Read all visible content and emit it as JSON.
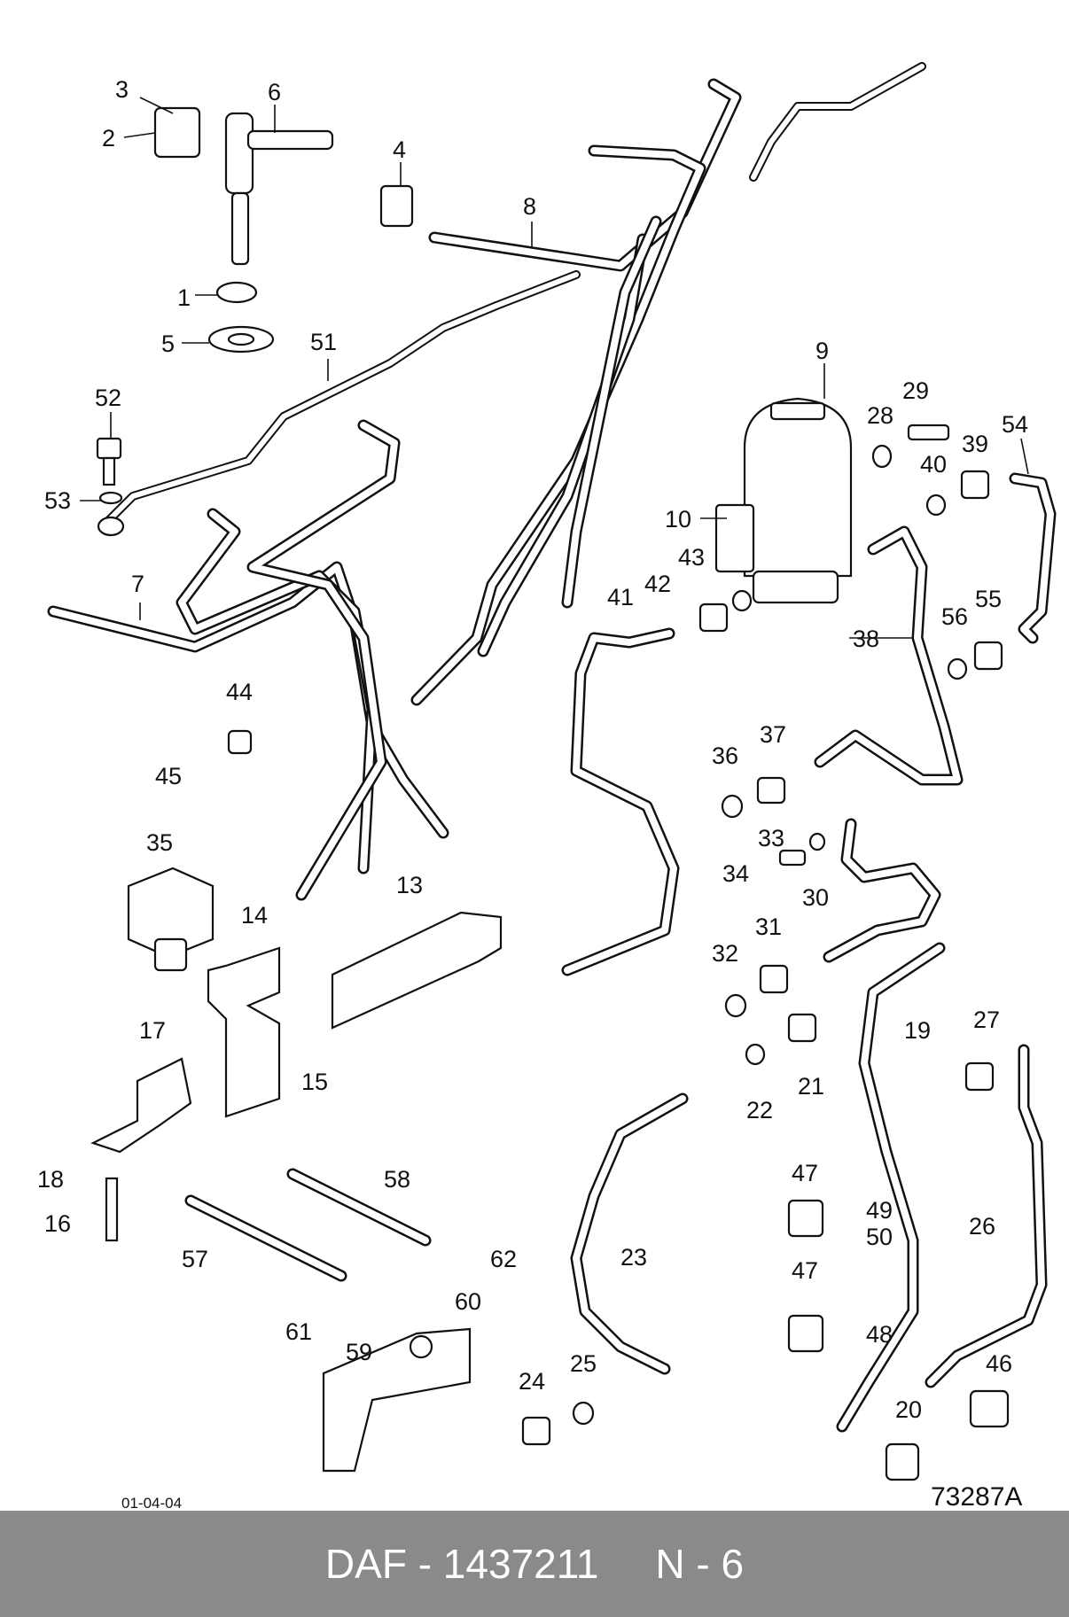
{
  "diagram": {
    "callouts": [
      "1",
      "2",
      "3",
      "4",
      "5",
      "6",
      "7",
      "8",
      "9",
      "10",
      "13",
      "14",
      "15",
      "16",
      "17",
      "18",
      "19",
      "20",
      "21",
      "22",
      "23",
      "24",
      "25",
      "26",
      "27",
      "28",
      "29",
      "30",
      "31",
      "32",
      "33",
      "34",
      "35",
      "36",
      "37",
      "38",
      "39",
      "40",
      "41",
      "42",
      "43",
      "44",
      "45",
      "46",
      "47",
      "47",
      "48",
      "49",
      "50",
      "51",
      "52",
      "53",
      "54",
      "55",
      "56",
      "57",
      "58",
      "59",
      "60",
      "61",
      "62"
    ],
    "date_code": "01-04-04",
    "drawing_number": "73287A"
  },
  "footer": {
    "text": "DAF - 1437211     N - 6"
  },
  "colors": {
    "line": "#111111",
    "footer_bg": "#8a8a8a",
    "footer_text": "#ffffff"
  }
}
